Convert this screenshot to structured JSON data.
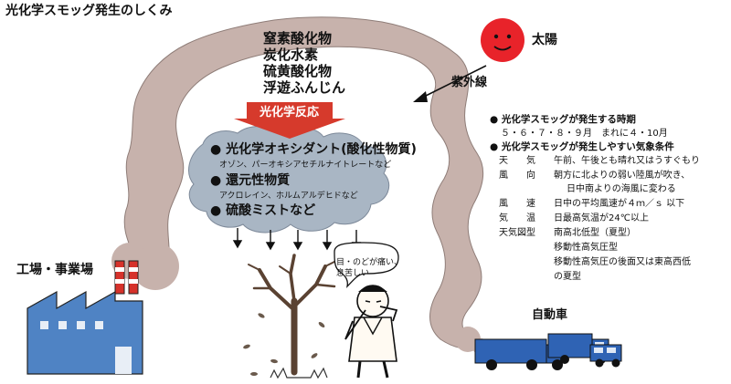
{
  "title": "光化学スモッグ発生のしくみ",
  "pollutants": [
    "窒素酸化物",
    "炭化水素",
    "硫黄酸化物",
    "浮遊ふんじん"
  ],
  "sun": {
    "label": "太陽",
    "color": "#e8232a"
  },
  "uv_label": "紫外線",
  "reaction_label": "光化学反応",
  "products": [
    {
      "name": "光化学オキシダント(酸化性物質)",
      "examples": "オゾン、パーオキシアセチルナイトレートなど"
    },
    {
      "name": "還元性物質",
      "examples": "アクロレイン、ホルムアルデヒドなど"
    },
    {
      "name": "硫酸ミストなど",
      "examples": ""
    }
  ],
  "conditions": {
    "period_heading": "光化学スモッグが発生する時期",
    "period_text": "５・６・７・８・９月　まれに４・10月",
    "weather_heading": "光化学スモッグが発生しやすい気象条件",
    "rows": [
      {
        "label": "天　　気",
        "lines": [
          "午前、午後とも晴れ又はうすぐもり"
        ]
      },
      {
        "label": "風　　向",
        "lines": [
          "朝方に北よりの弱い陸風が吹き、",
          "日中南よりの海風に変わる"
        ]
      },
      {
        "label": "風　　速",
        "lines": [
          "日中の平均風速が４ｍ／ｓ 以下"
        ]
      },
      {
        "label": "気　　温",
        "lines": [
          "日最高気温が24℃以上"
        ]
      },
      {
        "label": "天気図型",
        "lines": [
          "南高北低型（夏型）",
          "移動性高気圧型",
          "移動性高気圧の後面又は東高西低",
          "の夏型"
        ]
      }
    ]
  },
  "speech": [
    "目・のどが痛い、",
    "息苦しい"
  ],
  "factory_label": "工場・事業場",
  "car_label": "自動車",
  "colors": {
    "smoke": "#c7b2ac",
    "smoke_edge": "#8f7d78",
    "cloud": "#a9b6c4",
    "reaction_arrow": "#d63a2c",
    "factory": "#4f83c4",
    "chimney_red": "#d6322b",
    "truck": "#2f63b4"
  }
}
